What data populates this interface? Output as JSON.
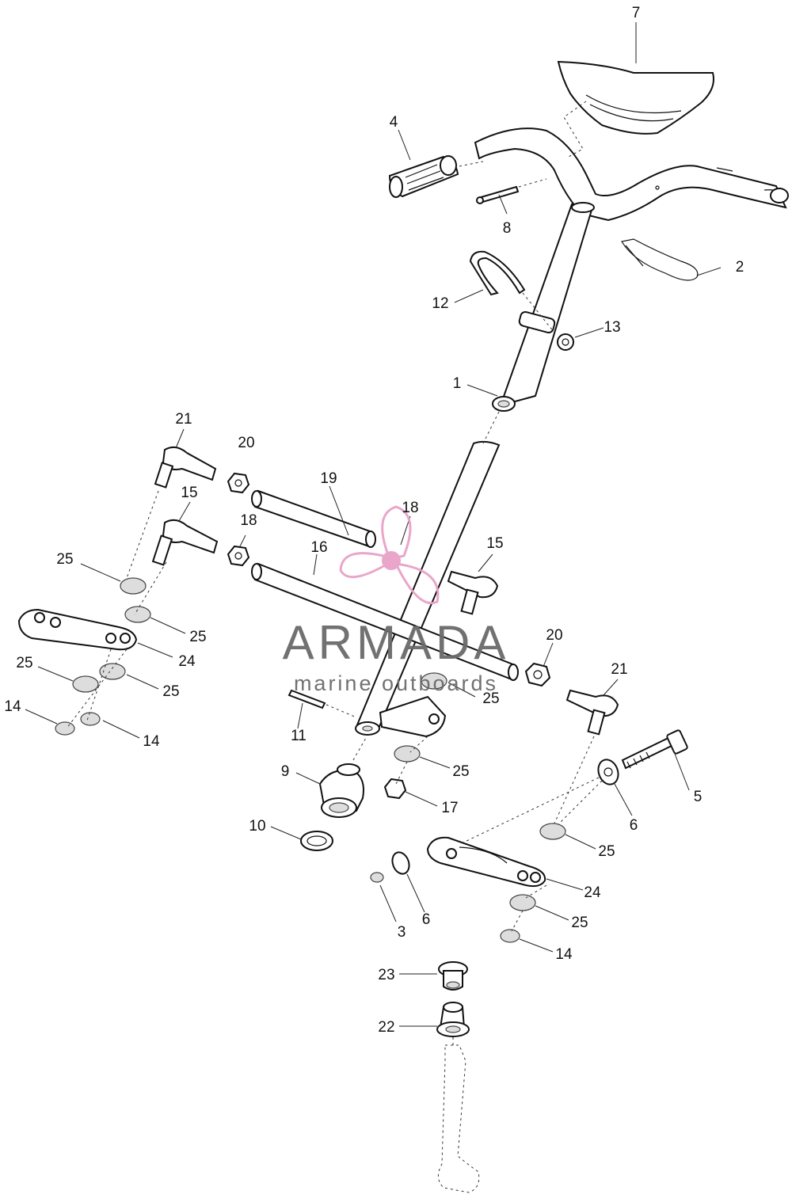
{
  "callouts": [
    {
      "id": "7"
    },
    {
      "id": "4"
    },
    {
      "id": "8"
    },
    {
      "id": "2"
    },
    {
      "id": "12"
    },
    {
      "id": "13"
    },
    {
      "id": "1"
    },
    {
      "id": "21"
    },
    {
      "id": "20"
    },
    {
      "id": "19"
    },
    {
      "id": "15"
    },
    {
      "id": "18"
    },
    {
      "id": "18"
    },
    {
      "id": "15"
    },
    {
      "id": "16"
    },
    {
      "id": "25"
    },
    {
      "id": "25"
    },
    {
      "id": "24"
    },
    {
      "id": "25"
    },
    {
      "id": "25"
    },
    {
      "id": "20"
    },
    {
      "id": "21"
    },
    {
      "id": "25"
    },
    {
      "id": "14"
    },
    {
      "id": "14"
    },
    {
      "id": "11"
    },
    {
      "id": "25"
    },
    {
      "id": "9"
    },
    {
      "id": "17"
    },
    {
      "id": "5"
    },
    {
      "id": "6"
    },
    {
      "id": "10"
    },
    {
      "id": "25"
    },
    {
      "id": "24"
    },
    {
      "id": "3"
    },
    {
      "id": "6"
    },
    {
      "id": "25"
    },
    {
      "id": "14"
    },
    {
      "id": "23"
    },
    {
      "id": "22"
    }
  ],
  "watermark": {
    "brand": "ARMADA",
    "tagline": "marine outboards",
    "accent_color": "#e8a2c8",
    "text_color": "#6a6a6a"
  }
}
